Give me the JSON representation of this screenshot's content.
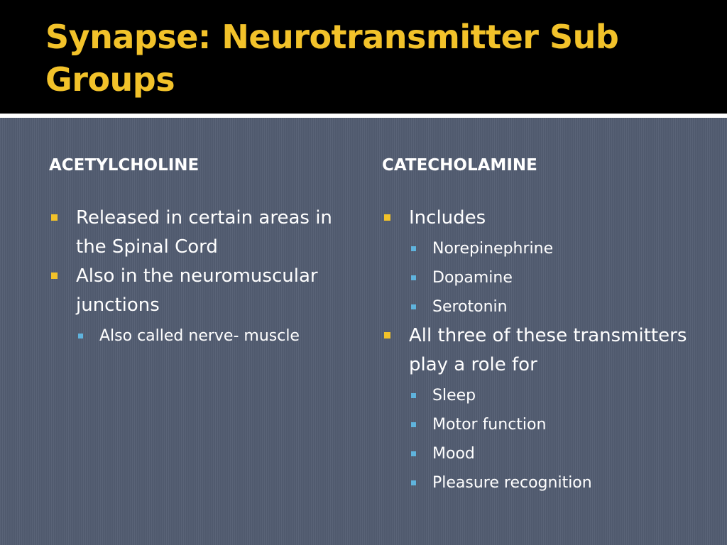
{
  "slide": {
    "title": "Synapse: Neurotransmitter Sub Groups"
  },
  "left": {
    "header": "ACETYLCHOLINE",
    "items": [
      {
        "level": 1,
        "text": "Released in certain areas in the Spinal Cord"
      },
      {
        "level": 1,
        "text": "Also in the neuromuscular junctions"
      },
      {
        "level": 2,
        "text": "Also called nerve- muscle"
      }
    ]
  },
  "right": {
    "header": "CATECHOLAMINE",
    "items": [
      {
        "level": 1,
        "text": "Includes"
      },
      {
        "level": 2,
        "text": "Norepinephrine"
      },
      {
        "level": 2,
        "text": "Dopamine"
      },
      {
        "level": 2,
        "text": "Serotonin"
      },
      {
        "level": 1,
        "text": "All three of these transmitters play a role for"
      },
      {
        "level": 2,
        "text": "Sleep"
      },
      {
        "level": 2,
        "text": "Motor function"
      },
      {
        "level": 2,
        "text": "Mood"
      },
      {
        "level": 2,
        "text": "Pleasure recognition"
      }
    ]
  },
  "colors": {
    "title": "#f2c22a",
    "background": "#535d72",
    "bullet_level1": "#f2c22a",
    "bullet_level2": "#5fb3dd"
  }
}
